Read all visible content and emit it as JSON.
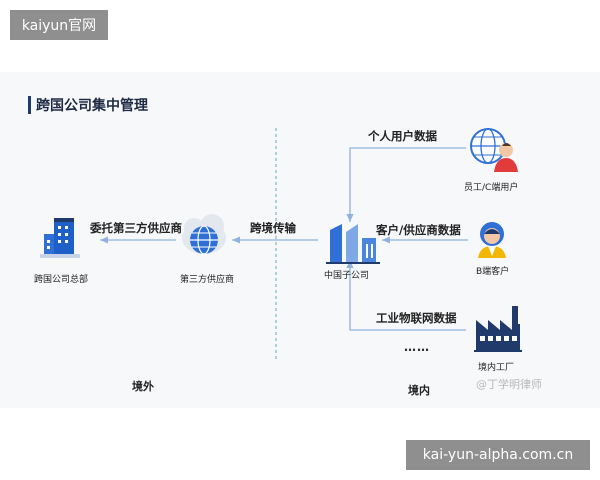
{
  "banners": {
    "top": "kaiyun官网",
    "bottom": "kai-yun-alpha.com.cn"
  },
  "diagram": {
    "title": "跨国公司集中管理",
    "nodes": {
      "hq": "跨国公司总部",
      "supplier": "第三方供应商",
      "subsidiary": "中国子公司",
      "employee": "员工/C端用户",
      "b2b": "B端客户",
      "factory": "境内工厂"
    },
    "edges": {
      "hq_supplier": "委托第三方供应商",
      "crossborder": "跨境传输",
      "personal": "个人用户数据",
      "customer": "客户/供应商数据",
      "iot": "工业物联网数据"
    },
    "more": "……",
    "zones": {
      "outside": "境外",
      "inside": "境内"
    },
    "watermark": "@丁学明律师"
  },
  "colors": {
    "accent": "#2f6fd6",
    "line": "#8fb3de",
    "divider": "#8fc6cf",
    "dark_blue": "#1f3a6b"
  },
  "icons": {
    "hq": "office-building-icon",
    "supplier": "cloud-globe-icon",
    "subsidiary": "buildings-icon",
    "employee": "globe-user-icon",
    "b2b": "customer-avatar-icon",
    "factory": "factory-icon"
  }
}
